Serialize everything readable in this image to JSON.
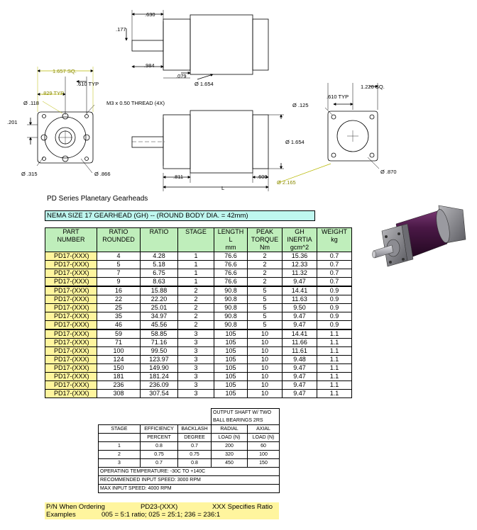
{
  "drawing": {
    "top_view": {
      "d_630": ".630",
      "d_177": ".177",
      "d_984": ".984",
      "d_079": ".079",
      "d_1654": "Ø 1.654"
    },
    "front_view": {
      "d_1657sq": "1.657 SQ.",
      "d_829typ": ".829 TYP",
      "d_610typ": ".610 TYP",
      "d_118": "Ø .118",
      "d_thread": "M3 x 0.50 THREAD (4X)",
      "d_201": ".201",
      "d_315": "Ø .315",
      "d_866": "Ø .866"
    },
    "side_view": {
      "d_1654": "Ø 1.654",
      "d_811": ".811",
      "d_600": ".600",
      "d_2165": "Ø 2.165",
      "d_L": "L"
    },
    "end_view": {
      "d_610typ": ".610 TYP",
      "d_1220sq": "1.220 SQ.",
      "d_125": "Ø .125",
      "d_870": "Ø .870"
    }
  },
  "series_title": "PD Series Planetary Gearheads",
  "nema_heading": "NEMA SIZE 17 GEARHEAD (GH) -- (ROUND BODY DIA. = 42mm)",
  "main_table": {
    "headers": [
      {
        "lines": [
          "PART",
          "NUMBER"
        ]
      },
      {
        "lines": [
          "RATIO",
          "ROUNDED"
        ]
      },
      {
        "lines": [
          "RATIO"
        ]
      },
      {
        "lines": [
          "STAGE"
        ]
      },
      {
        "lines": [
          "LENGTH",
          "L",
          "mm"
        ]
      },
      {
        "lines": [
          "PEAK",
          "TORQUE",
          "Nm"
        ]
      },
      {
        "lines": [
          "GH",
          "INERTIA",
          "gcm^2"
        ]
      },
      {
        "lines": [
          "WEIGHT",
          "kg"
        ]
      }
    ],
    "rows": [
      [
        "PD17-(XXX)",
        "4",
        "4.28",
        "1",
        "76.6",
        "2",
        "15.36",
        "0.7"
      ],
      [
        "PD17-(XXX)",
        "5",
        "5.18",
        "1",
        "76.6",
        "2",
        "12.33",
        "0.7"
      ],
      [
        "PD17-(XXX)",
        "7",
        "6.75",
        "1",
        "76.6",
        "2",
        "11.32",
        "0.7"
      ],
      [
        "PD17-(XXX)",
        "9",
        "8.63",
        "1",
        "76.6",
        "2",
        "9.47",
        "0.7"
      ],
      [
        "PD17-(XXX)",
        "16",
        "15.88",
        "2",
        "90.8",
        "5",
        "14.41",
        "0.9"
      ],
      [
        "PD17-(XXX)",
        "22",
        "22.20",
        "2",
        "90.8",
        "5",
        "11.63",
        "0.9"
      ],
      [
        "PD17-(XXX)",
        "25",
        "25.01",
        "2",
        "90.8",
        "5",
        "9.50",
        "0.9"
      ],
      [
        "PD17-(XXX)",
        "35",
        "34.97",
        "2",
        "90.8",
        "5",
        "9.47",
        "0.9"
      ],
      [
        "PD17-(XXX)",
        "46",
        "45.56",
        "2",
        "90.8",
        "5",
        "9.47",
        "0.9"
      ],
      [
        "PD17-(XXX)",
        "59",
        "58.85",
        "3",
        "105",
        "10",
        "14.41",
        "1.1"
      ],
      [
        "PD17-(XXX)",
        "71",
        "71.16",
        "3",
        "105",
        "10",
        "11.66",
        "1.1"
      ],
      [
        "PD17-(XXX)",
        "100",
        "99.50",
        "3",
        "105",
        "10",
        "11.61",
        "1.1"
      ],
      [
        "PD17-(XXX)",
        "124",
        "123.97",
        "3",
        "105",
        "10",
        "9.48",
        "1.1"
      ],
      [
        "PD17-(XXX)",
        "150",
        "149.90",
        "3",
        "105",
        "10",
        "9.47",
        "1.1"
      ],
      [
        "PD17-(XXX)",
        "181",
        "181.24",
        "3",
        "105",
        "10",
        "9.47",
        "1.1"
      ],
      [
        "PD17-(XXX)",
        "236",
        "236.09",
        "3",
        "105",
        "10",
        "9.47",
        "1.1"
      ],
      [
        "PD17-(XXX)",
        "308",
        "307.54",
        "3",
        "105",
        "10",
        "9.47",
        "1.1"
      ]
    ]
  },
  "stage_table": {
    "output_shaft_line1": "OUTPUT SHAFT W/ TWO",
    "output_shaft_line2": "BALL BEARINGS 2RS",
    "headers_row1": [
      "STAGE",
      "EFFICIENCY",
      "BACKLASH",
      "RADIAL",
      "AXIAL"
    ],
    "headers_row2": [
      "",
      "PERCENT",
      "DEGREE",
      "LOAD (N)",
      "LOAD (N)"
    ],
    "rows": [
      [
        "1",
        "0.8",
        "0.7",
        "200",
        "60"
      ],
      [
        "2",
        "0.75",
        "0.75",
        "320",
        "100"
      ],
      [
        "3",
        "0.7",
        "0.8",
        "450",
        "150"
      ]
    ],
    "notes": [
      "OPERATING TEMPERATURE: -30C TO +140C",
      "RECOMMENDED INPUT SPEED: 3000 RPM",
      "MAX INPUT SPEED: 4000 RPM"
    ]
  },
  "ordering": {
    "label": "P/N When Ordering",
    "pn": "PD23-(XXX)",
    "spec": "XXX Specifies Ratio",
    "examples_label": "Examples",
    "examples": "005 = 5:1 ratio; 025 = 25:1; 236 = 236:1"
  },
  "colors": {
    "header_green": "#bfeebb",
    "pn_yellow": "#fff59e",
    "heading_cyan": "#bff7ef",
    "dim_yellow": "#b8b800",
    "body_purple": "#3a1036"
  }
}
